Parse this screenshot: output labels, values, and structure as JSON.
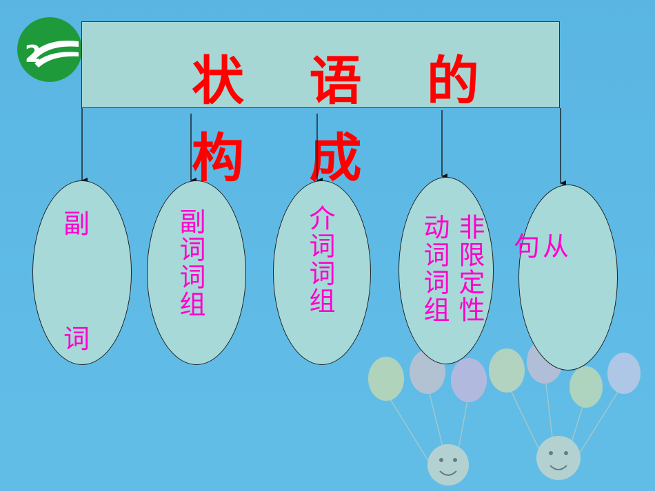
{
  "title": "状 语 的 构 成",
  "nodes": [
    {
      "id": "adverb",
      "line1": "副",
      "line2": "词"
    },
    {
      "id": "adverb-phrase",
      "text": "副词词组"
    },
    {
      "id": "prep-phrase",
      "text": "介词词组"
    },
    {
      "id": "nonfinite",
      "col_right": "非限定性",
      "col_left": "动词词组"
    },
    {
      "id": "clause",
      "text": "句从"
    }
  ],
  "colors": {
    "background": "#5cb8e4",
    "title_box": "#a7d7d5",
    "title_text": "#ff0000",
    "node_fill": "#a7d9d8",
    "node_text": "#ff00cc"
  },
  "icons": [
    "logo-icon",
    "balloons-icon"
  ]
}
